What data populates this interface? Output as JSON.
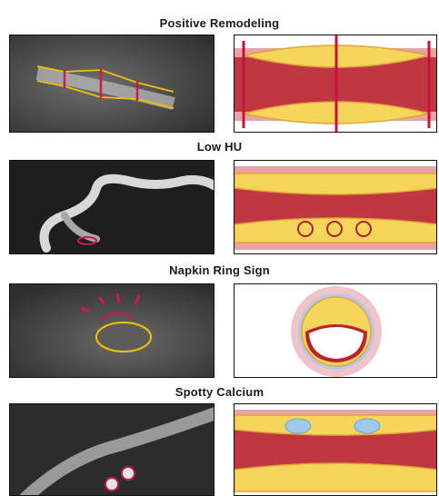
{
  "sections": [
    {
      "id": "positive-remodeling",
      "title": "Positive Remodeling"
    },
    {
      "id": "low-hu",
      "title": "Low HU"
    },
    {
      "id": "napkin-ring-sign",
      "title": "Napkin Ring Sign"
    },
    {
      "id": "spotty-calcium",
      "title": "Spotty Calcium"
    }
  ],
  "colors": {
    "ct_background": "#3a3a3a",
    "vessel_outline": "#f2c200",
    "marker_red": "#d0184a",
    "plaque_yellow": "#f6d65a",
    "vessel_wall_pink": "#e8a3a8",
    "lumen_red": "#b7242f",
    "calcium_blue": "#9ec9ea"
  }
}
